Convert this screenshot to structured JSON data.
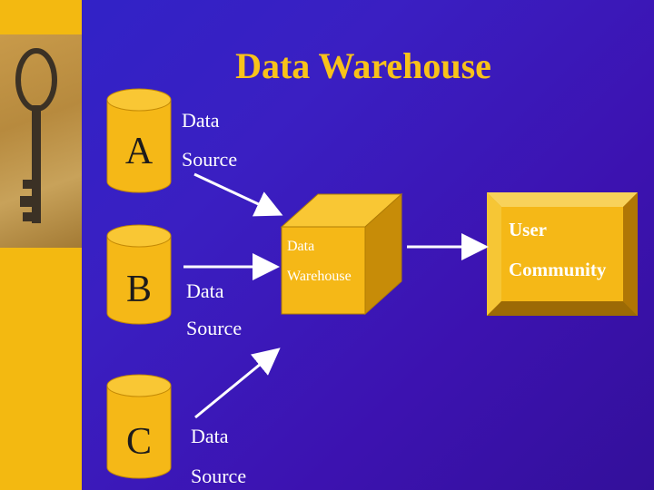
{
  "title": "Data Warehouse",
  "sources": [
    {
      "letter": "A",
      "line1": "Data",
      "line2": "Source"
    },
    {
      "letter": "B",
      "line1": "Data",
      "line2": "Source"
    },
    {
      "letter": "C",
      "line1": "Data",
      "line2": "Source"
    }
  ],
  "warehouse": {
    "line1": "Data",
    "line2": "Warehouse"
  },
  "user": {
    "line1": "User",
    "line2": "Community"
  },
  "colors": {
    "background": "#3a1cc0",
    "accent_gold": "#f3b911",
    "title": "#f8c21a",
    "cylinder": "#f5b817",
    "text": "#ffffff",
    "arrow": "#ffffff"
  },
  "icons": {
    "decor": "old-key-photo"
  }
}
